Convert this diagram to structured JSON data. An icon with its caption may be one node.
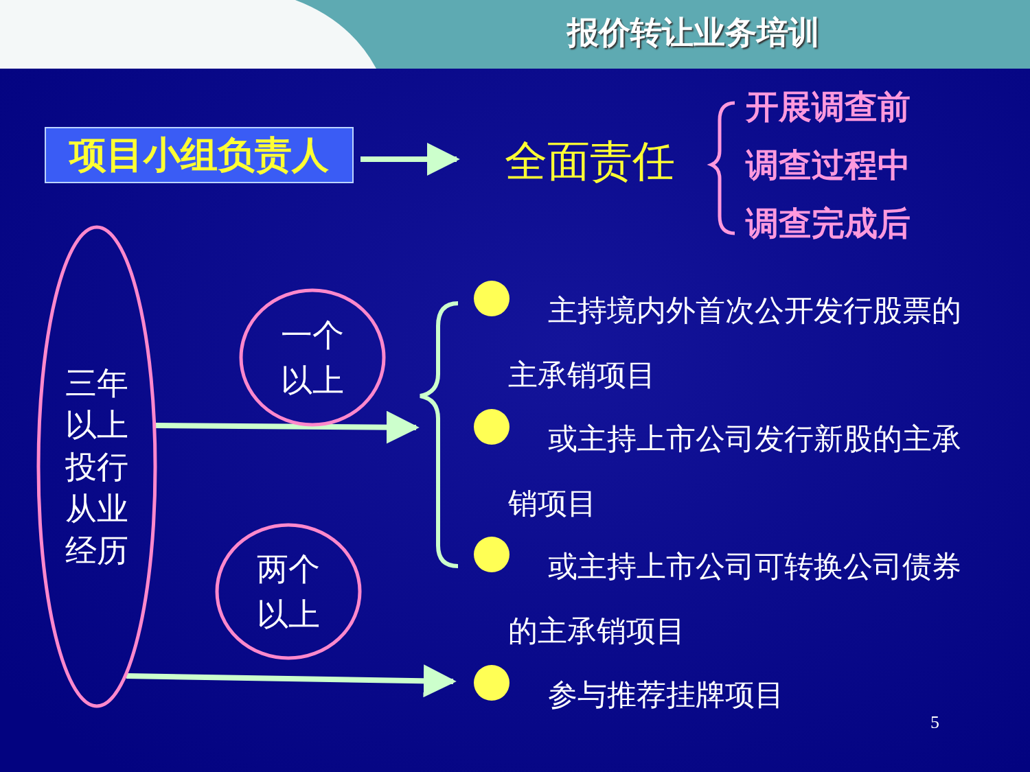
{
  "diagram": {
    "title": "报价转让业务培训",
    "nodes": [
      {
        "text": [
          "项目小组负责人"
        ]
      },
      {
        "text": [
          "全面责任"
        ]
      },
      {
        "text": [
          "三年以上投行从业经历"
        ]
      },
      {
        "text": [
          "一个以上"
        ]
      },
      {
        "text": [
          "两个以上"
        ]
      },
      {
        "text": [
          "主持境内外首次公开发行股票的主承销项目"
        ]
      },
      {
        "text": [
          "或主持上市公司发行新股的主承销项目"
        ]
      },
      {
        "text": [
          "或主持上市公司可转换公司债券的主承销项目"
        ]
      },
      {
        "text": [
          "参与推荐挂牌项目"
        ]
      },
      {
        "text": [],
        "shape": "brace"
      }
    ],
    "edges": [
      {
        "from": 0,
        "to": 1,
        "arrow": "to"
      },
      {
        "from": 2,
        "to": 9,
        "arrow": "to"
      },
      {
        "from": 2,
        "to": 8,
        "arrow": "to"
      }
    ],
    "labels": [
      "开展调查前",
      "调查过程中",
      "调查完成后",
      "5"
    ]
  }
}
